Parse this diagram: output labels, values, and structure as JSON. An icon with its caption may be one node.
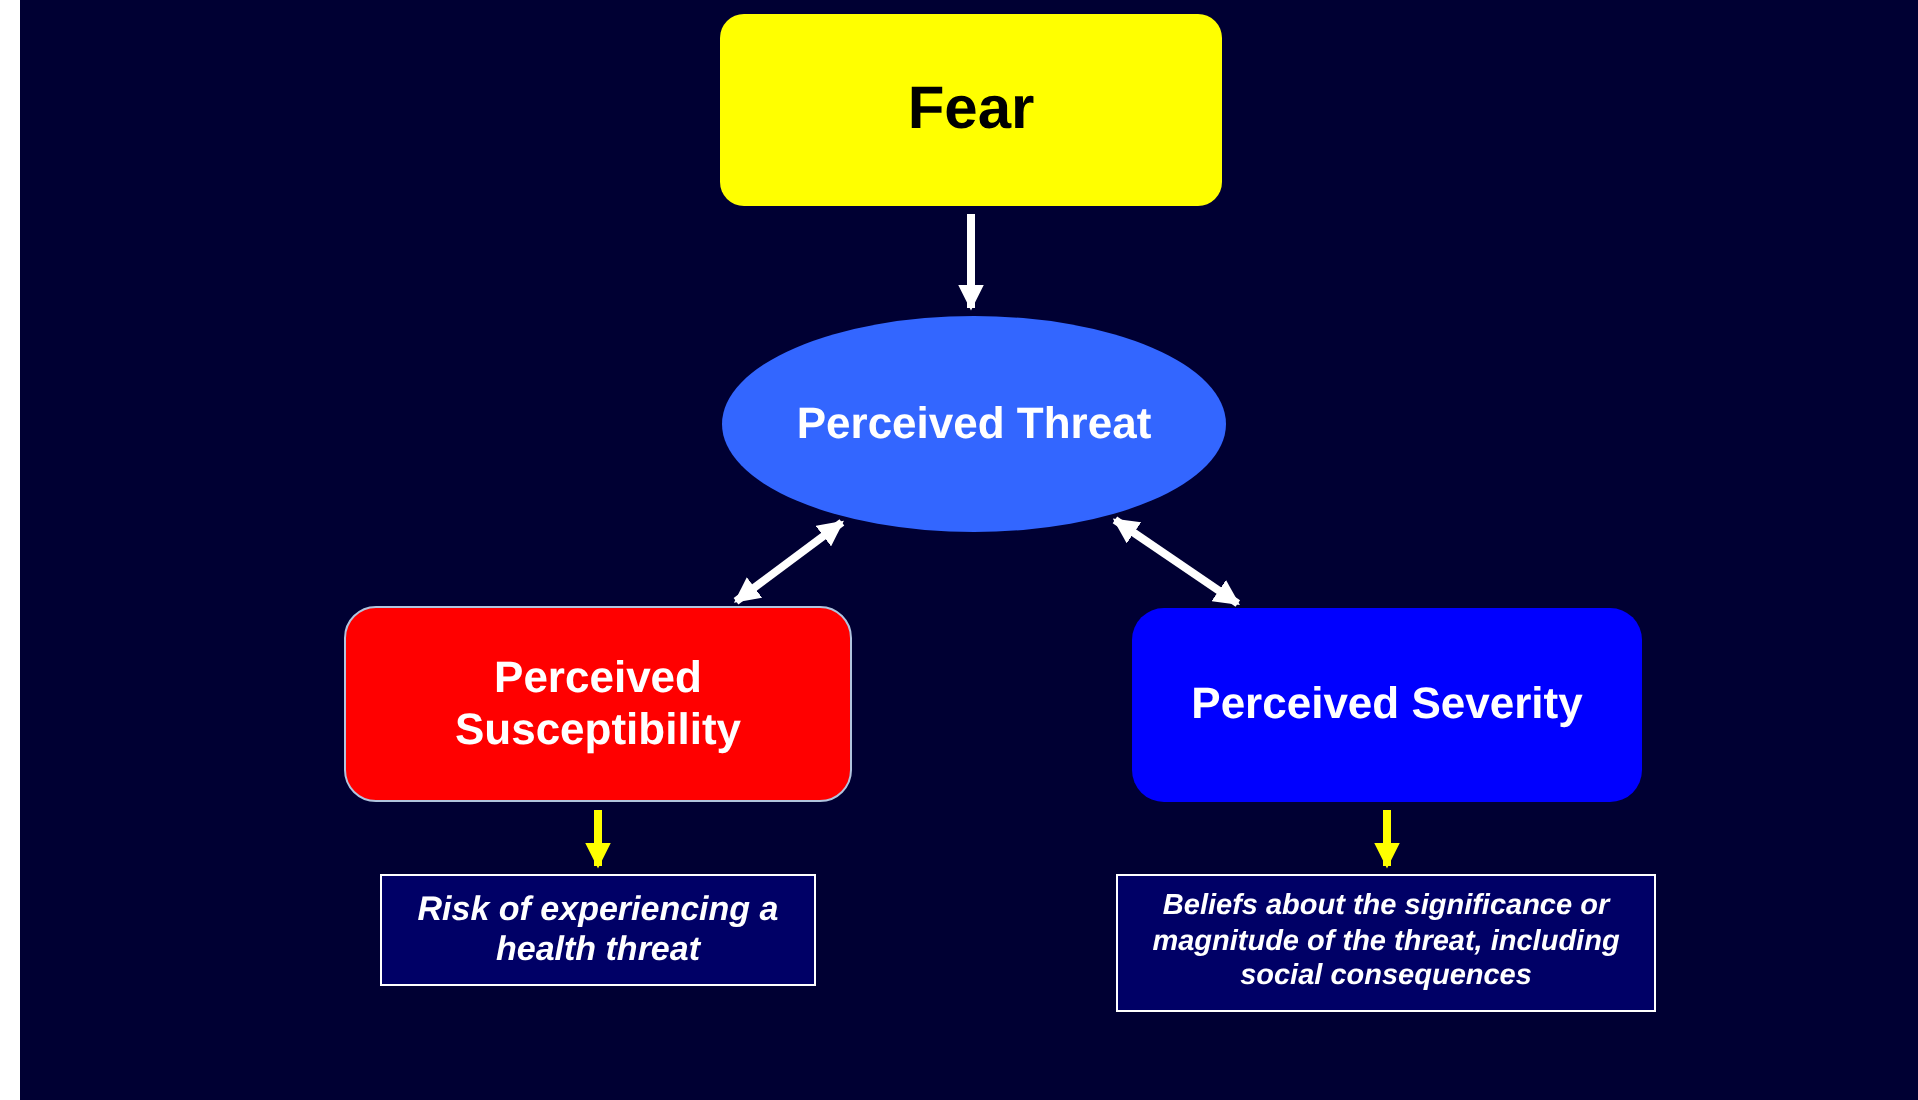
{
  "diagram": {
    "nodes": [
      {
        "text": [
          "Fear"
        ]
      },
      {
        "text": [
          "Perceived Threat"
        ]
      },
      {
        "text": [
          "Perceived Susceptibility"
        ]
      },
      {
        "text": [
          "Perceived Severity"
        ]
      },
      {
        "text": [
          "Risk of experiencing a health threat"
        ]
      },
      {
        "text": [
          "Beliefs about the significance or magnitude of the threat, including social consequences"
        ]
      }
    ],
    "edges": [
      {
        "from": 0,
        "to": 1,
        "arrow": "to"
      },
      {
        "from": 1,
        "to": 2,
        "arrow": "both"
      },
      {
        "from": 1,
        "to": 3,
        "arrow": "both"
      },
      {
        "from": 2,
        "to": 4,
        "arrow": "to",
        "color": "#ffff00"
      },
      {
        "from": 3,
        "to": 5,
        "arrow": "to",
        "color": "#ffff00"
      }
    ]
  }
}
